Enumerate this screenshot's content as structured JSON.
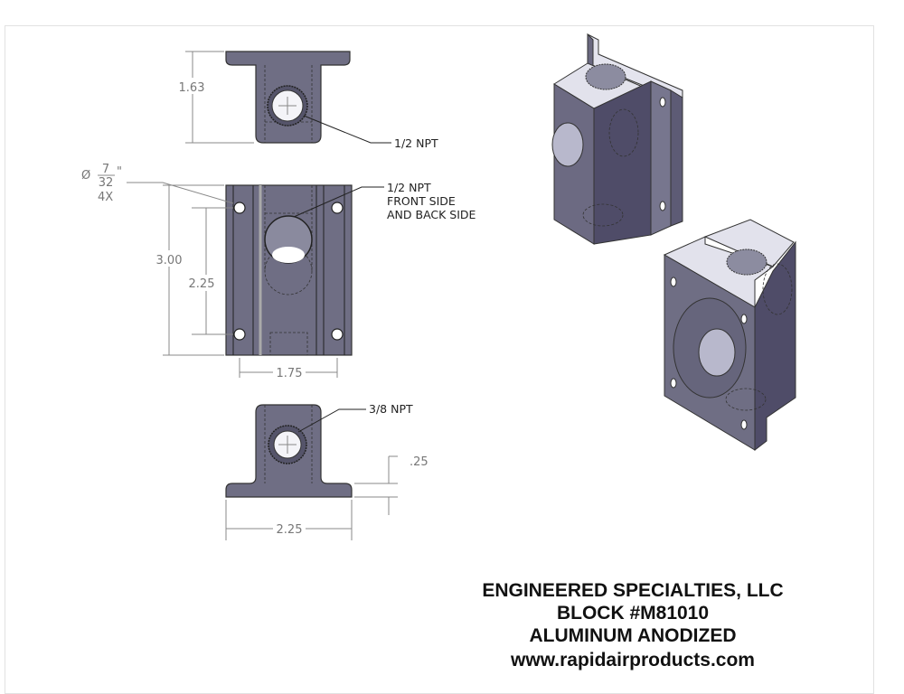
{
  "dimensions": {
    "top_height": "1.63",
    "overall_height": "3.00",
    "hole_spacing_vertical": "2.25",
    "hole_spacing_horizontal": "1.75",
    "base_width": "2.25",
    "flange_thickness": ".25",
    "hole_dia_symbol": "Ø",
    "hole_dia_num": "7",
    "hole_dia_den": "32",
    "hole_dia_unit": "\"",
    "hole_count": "4X"
  },
  "callouts": {
    "top_port": "1/2 NPT",
    "front_port_line1": "1/2 NPT",
    "front_port_line2": "FRONT SIDE",
    "front_port_line3": "AND BACK SIDE",
    "bottom_port": "3/8 NPT"
  },
  "title_block": {
    "company": "ENGINEERED SPECIALTIES, LLC",
    "part": "BLOCK #M81010",
    "material": "ALUMINUM ANODIZED",
    "website": "www.rapidairproducts.com"
  },
  "colors": {
    "part": "#6f6e84",
    "part_light": "#d8d8e6",
    "part_dark": "#4e4c66"
  }
}
